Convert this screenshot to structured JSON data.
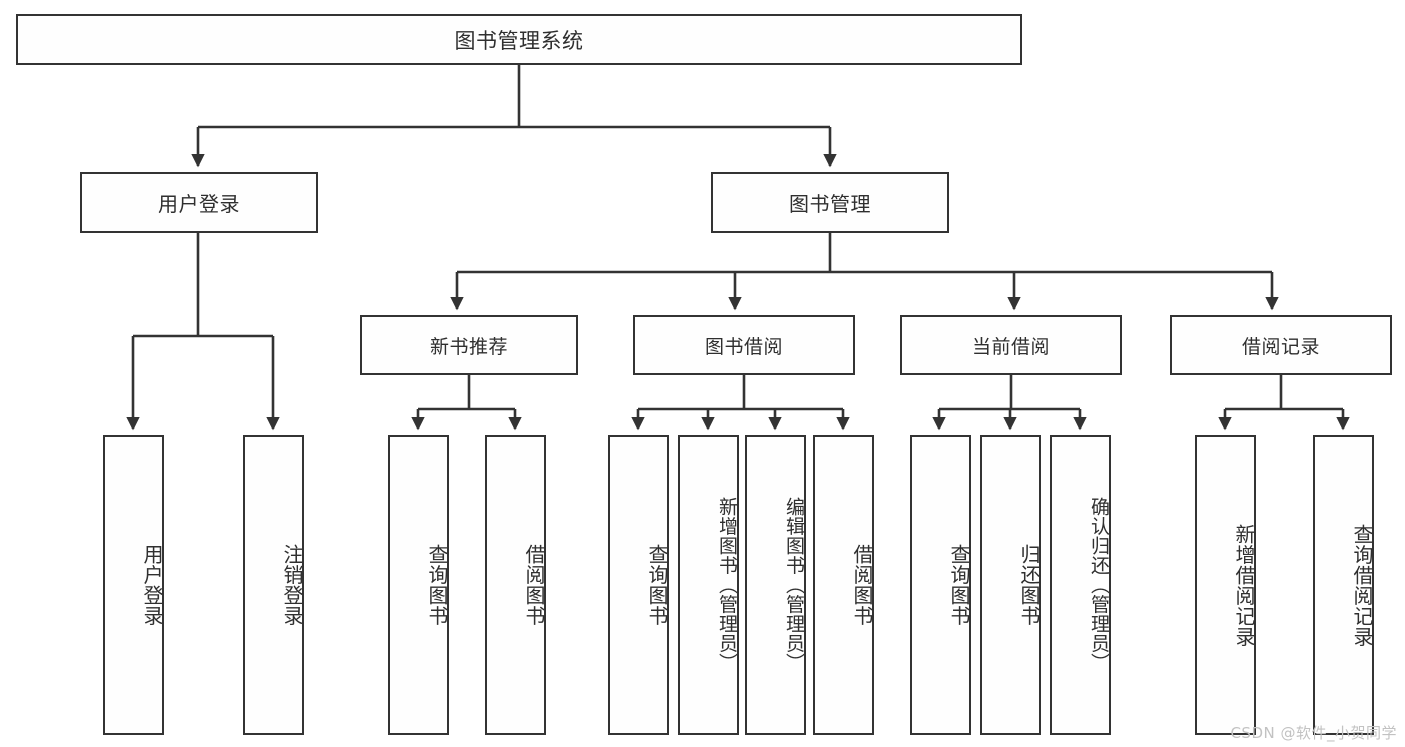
{
  "diagram": {
    "title": "图书管理系统",
    "type": "tree-hierarchy-chart",
    "watermark": "CSDN @软件_小贺同学",
    "colors": {
      "background": "#ffffff",
      "node_fill": "#fefefe",
      "node_border": "#333333",
      "text": "#2f2f2f",
      "edge": "#333333",
      "watermark": "#c2c2c2"
    }
  },
  "nodes": {
    "root": {
      "label": "图书管理系统"
    },
    "level1": [
      {
        "id": "user-login",
        "label": "用户登录"
      },
      {
        "id": "book-manage",
        "label": "图书管理"
      }
    ],
    "level2": [
      {
        "id": "new-book-recommend",
        "label": "新书推荐"
      },
      {
        "id": "book-borrow",
        "label": "图书借阅"
      },
      {
        "id": "current-borrow",
        "label": "当前借阅"
      },
      {
        "id": "borrow-record",
        "label": "借阅记录"
      }
    ],
    "leaves": {
      "user_login": [
        {
          "id": "leaf-user-login",
          "label": "用户登录"
        },
        {
          "id": "leaf-logout",
          "label": "注销登录"
        }
      ],
      "new_book_recommend": [
        {
          "id": "leaf-query-book-1",
          "label": "查询图书"
        },
        {
          "id": "leaf-borrow-book-1",
          "label": "借阅图书"
        }
      ],
      "book_borrow": [
        {
          "id": "leaf-query-book-2",
          "label": "查询图书"
        },
        {
          "id": "leaf-add-book",
          "label": "新增图书（管理员）"
        },
        {
          "id": "leaf-edit-book",
          "label": "编辑图书（管理员）"
        },
        {
          "id": "leaf-borrow-book-2",
          "label": "借阅图书"
        }
      ],
      "current_borrow": [
        {
          "id": "leaf-query-book-3",
          "label": "查询图书"
        },
        {
          "id": "leaf-return-book",
          "label": "归还图书"
        },
        {
          "id": "leaf-confirm-return",
          "label": "确认归还（管理员）"
        }
      ],
      "borrow_record": [
        {
          "id": "leaf-add-record",
          "label": "新增借阅记录"
        },
        {
          "id": "leaf-query-record",
          "label": "查询借阅记录"
        }
      ]
    }
  }
}
